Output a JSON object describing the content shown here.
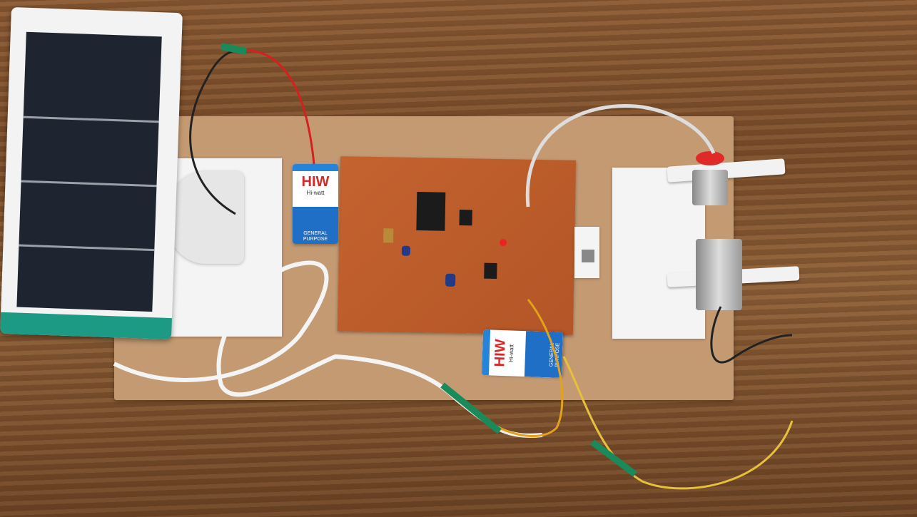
{
  "battery_top": {
    "brand": "HIW",
    "model": "Hi-watt",
    "label": "GENERAL PURPOSE"
  },
  "battery_bottom": {
    "brand": "HIW",
    "model": "Hi-watt",
    "label": "GENERAL PURPOSE"
  },
  "colors": {
    "wood": "#7c4f2c",
    "board": "#c49a73",
    "pcb": "#c4632f",
    "solar_frame_tape": "#1c9a84",
    "battery_blue": "#1f6fc6"
  }
}
